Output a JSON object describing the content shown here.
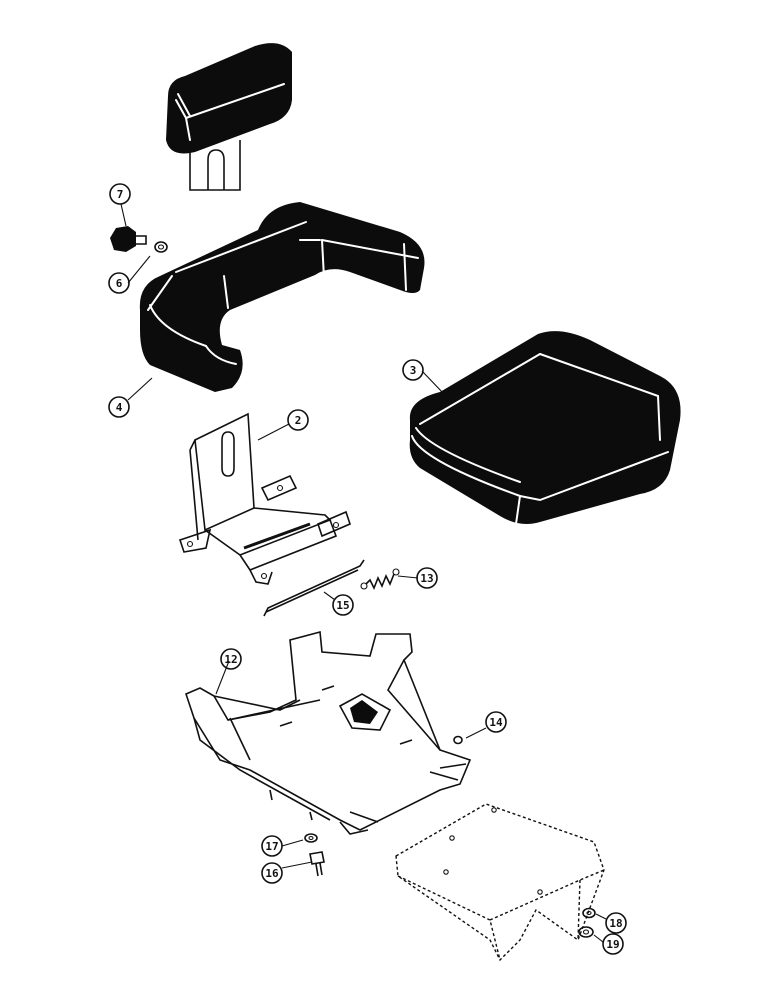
{
  "callouts": [
    {
      "id": "c2",
      "label": "2"
    },
    {
      "id": "c3",
      "label": "3"
    },
    {
      "id": "c4",
      "label": "4"
    },
    {
      "id": "c6",
      "label": "6"
    },
    {
      "id": "c7",
      "label": "7"
    },
    {
      "id": "c12",
      "label": "12"
    },
    {
      "id": "c13",
      "label": "13"
    },
    {
      "id": "c14",
      "label": "14"
    },
    {
      "id": "c15",
      "label": "15"
    },
    {
      "id": "c16",
      "label": "16"
    },
    {
      "id": "c17",
      "label": "17"
    },
    {
      "id": "c18",
      "label": "18"
    },
    {
      "id": "c19",
      "label": "19"
    }
  ]
}
